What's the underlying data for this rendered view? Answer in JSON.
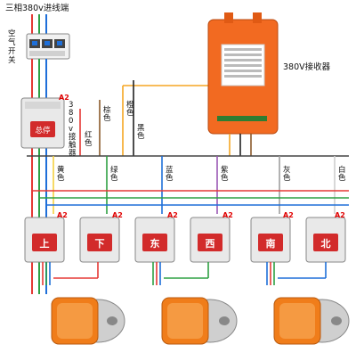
{
  "title": "三相380v进线端",
  "breaker_label": [
    "空",
    "气",
    "开",
    "关"
  ],
  "receiver_label": "380V接收器",
  "main_contactor": {
    "name": "总停",
    "type_label": [
      "3",
      "8",
      "0",
      "v",
      "接",
      "触",
      "器"
    ],
    "terminal": "A2"
  },
  "vertical_wire_labels": [
    {
      "text": [
        "棕",
        "色"
      ],
      "color": "#8b5a2b"
    },
    {
      "text": [
        "红",
        "色"
      ],
      "color": "#e53935"
    },
    {
      "text": [
        "橙",
        "色"
      ],
      "color": "#f5a623"
    },
    {
      "text": [
        "黑",
        "色"
      ],
      "color": "#222222"
    }
  ],
  "wire_labels": [
    {
      "text": [
        "黄",
        "色"
      ],
      "color": "#f4d03f"
    },
    {
      "text": [
        "绿",
        "色"
      ],
      "color": "#2ea043"
    },
    {
      "text": [
        "蓝",
        "色"
      ],
      "color": "#1e6fd9"
    },
    {
      "text": [
        "紫",
        "色"
      ],
      "color": "#9b59b6"
    },
    {
      "text": [
        "灰",
        "色"
      ],
      "color": "#9e9e9e"
    },
    {
      "text": [
        "白",
        "色"
      ],
      "color": "#dddddd"
    }
  ],
  "contactors": [
    {
      "name": "上",
      "terminal": "A2"
    },
    {
      "name": "下",
      "terminal": "A2"
    },
    {
      "name": "东",
      "terminal": "A2"
    },
    {
      "name": "西",
      "terminal": "A2"
    },
    {
      "name": "南",
      "terminal": "A2"
    },
    {
      "name": "北",
      "terminal": "A2"
    }
  ],
  "colors": {
    "receiver": "#f26a21",
    "motor": "#f07d1a",
    "phase_red": "#e53935",
    "phase_green": "#2ea043",
    "phase_blue": "#1e6fd9",
    "bus": "#444444",
    "contactor_body": "#e9e9e9",
    "contactor_face": "#d22b2b"
  }
}
